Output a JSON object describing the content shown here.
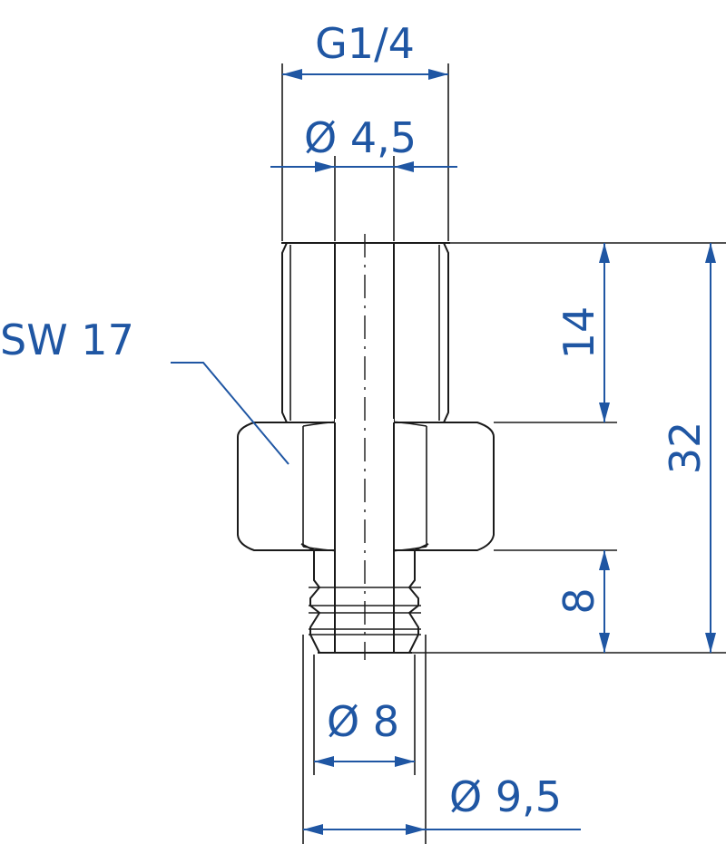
{
  "labels": {
    "thread": "G1/4",
    "bore_diameter": "Ø 4,5",
    "wrench_size": "SW 17",
    "dim_upper_length": "14",
    "dim_total_length": "32",
    "dim_lower_length": "8",
    "dim_spigot_diameter": "Ø 8",
    "dim_barb_diameter": "Ø 9,5"
  },
  "colors": {
    "dimension": "#1f56a3",
    "outline": "#1a1a1a",
    "background": "#ffffff"
  }
}
